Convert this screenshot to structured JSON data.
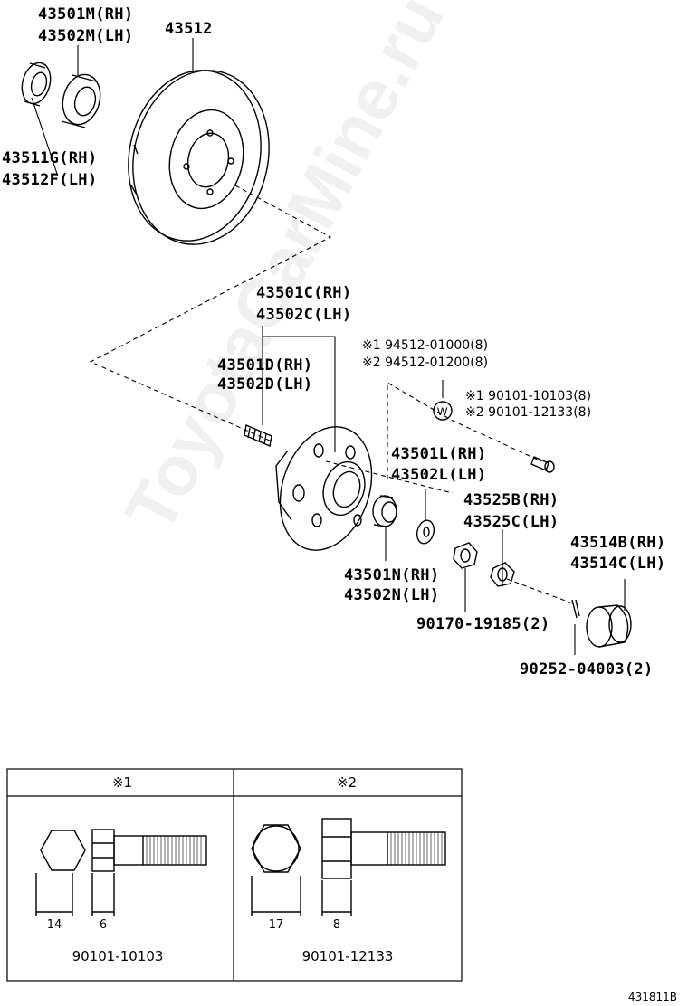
{
  "labels": {
    "bearing_rh": "43501M(RH)",
    "bearing_lh": "43502M(LH)",
    "disc": "43512",
    "seal_rh": "43511G(RH)",
    "seal_lh": "43512F(LH)",
    "hub_rh": "43501C(RH)",
    "hub_lh": "43502C(LH)",
    "stud_rh": "43501D(RH)",
    "stud_lh": "43502D(LH)",
    "washer1": "※1 94512-01000(8)",
    "washer2": "※2 94512-01200(8)",
    "bolt1": "※1 90101-10103(8)",
    "bolt2": "※2 90101-12133(8)",
    "outer_bearing_rh": "43501L(RH)",
    "outer_bearing_lh": "43502L(LH)",
    "lock_rh": "43525B(RH)",
    "lock_lh": "43525C(LH)",
    "cap_rh": "43514B(RH)",
    "cap_lh": "43514C(LH)",
    "inner_race_rh": "43501N(RH)",
    "inner_race_lh": "43502N(LH)",
    "nut": "90170-19185(2)",
    "pin": "90252-04003(2)"
  },
  "detail": {
    "panel1_title": "※1",
    "panel2_title": "※2",
    "panel1_dim_a": "14",
    "panel1_dim_b": "6",
    "panel2_dim_a": "17",
    "panel2_dim_b": "8",
    "panel1_part": "90101-10103",
    "panel2_part": "90101-12133"
  },
  "diagram_id": "431811B",
  "watermark": "ToyotaCarMine.ru"
}
